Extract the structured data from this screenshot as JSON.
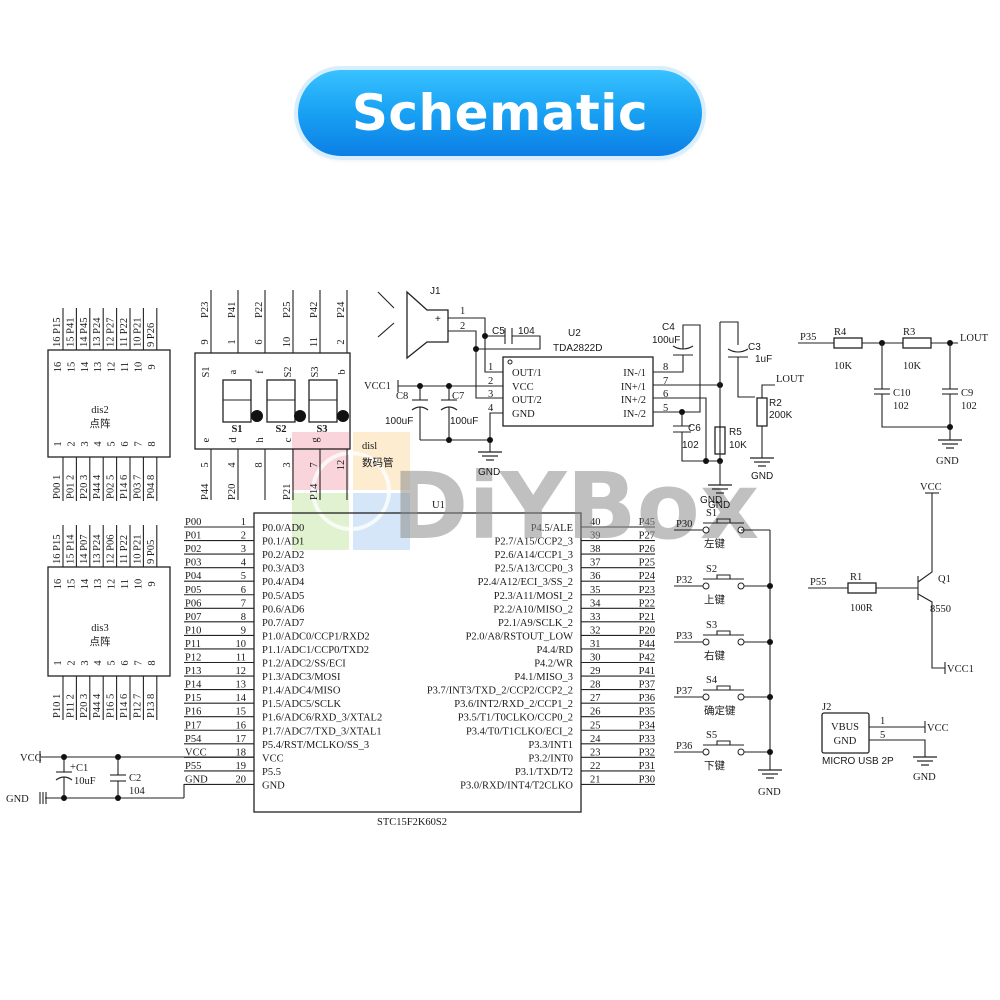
{
  "banner": {
    "title": "Schematic"
  },
  "watermark": {
    "brand": "DiYBox"
  },
  "u1": {
    "ref": "U1",
    "part": "STC15F2K60S2",
    "left_pins": [
      {
        "num": "1",
        "net": "P00",
        "func": "P0.0/AD0"
      },
      {
        "num": "2",
        "net": "P01",
        "func": "P0.1/AD1"
      },
      {
        "num": "3",
        "net": "P02",
        "func": "P0.2/AD2"
      },
      {
        "num": "4",
        "net": "P03",
        "func": "P0.3/AD3"
      },
      {
        "num": "5",
        "net": "P04",
        "func": "P0.4/AD4"
      },
      {
        "num": "6",
        "net": "P05",
        "func": "P0.5/AD5"
      },
      {
        "num": "7",
        "net": "P06",
        "func": "P0.6/AD6"
      },
      {
        "num": "8",
        "net": "P07",
        "func": "P0.7/AD7"
      },
      {
        "num": "9",
        "net": "P10",
        "func": "P1.0/ADC0/CCP1/RXD2"
      },
      {
        "num": "10",
        "net": "P11",
        "func": "P1.1/ADC1/CCP0/TXD2"
      },
      {
        "num": "11",
        "net": "P12",
        "func": "P1.2/ADC2/SS/ECI"
      },
      {
        "num": "12",
        "net": "P13",
        "func": "P1.3/ADC3/MOSI"
      },
      {
        "num": "13",
        "net": "P14",
        "func": "P1.4/ADC4/MISO"
      },
      {
        "num": "14",
        "net": "P15",
        "func": "P1.5/ADC5/SCLK"
      },
      {
        "num": "15",
        "net": "P16",
        "func": "P1.6/ADC6/RXD_3/XTAL2"
      },
      {
        "num": "16",
        "net": "P17",
        "func": "P1.7/ADC7/TXD_3/XTAL1"
      },
      {
        "num": "17",
        "net": "P54",
        "func": "P5.4/RST/MCLKO/SS_3"
      },
      {
        "num": "18",
        "net": "VCC",
        "func": "VCC"
      },
      {
        "num": "19",
        "net": "P55",
        "func": "P5.5"
      },
      {
        "num": "20",
        "net": "GND",
        "func": "GND"
      }
    ],
    "right_pins": [
      {
        "num": "40",
        "net": "P45",
        "func": "P4.5/ALE"
      },
      {
        "num": "39",
        "net": "P27",
        "func": "P2.7/A15/CCP2_3"
      },
      {
        "num": "38",
        "net": "P26",
        "func": "P2.6/A14/CCP1_3"
      },
      {
        "num": "37",
        "net": "P25",
        "func": "P2.5/A13/CCP0_3"
      },
      {
        "num": "36",
        "net": "P24",
        "func": "P2.4/A12/ECI_3/SS_2"
      },
      {
        "num": "35",
        "net": "P23",
        "func": "P2.3/A11/MOSI_2"
      },
      {
        "num": "34",
        "net": "P22",
        "func": "P2.2/A10/MISO_2"
      },
      {
        "num": "33",
        "net": "P21",
        "func": "P2.1/A9/SCLK_2"
      },
      {
        "num": "32",
        "net": "P20",
        "func": "P2.0/A8/RSTOUT_LOW"
      },
      {
        "num": "31",
        "net": "P44",
        "func": "P4.4/RD"
      },
      {
        "num": "30",
        "net": "P42",
        "func": "P4.2/WR"
      },
      {
        "num": "29",
        "net": "P41",
        "func": "P4.1/MISO_3"
      },
      {
        "num": "28",
        "net": "P37",
        "func": "P3.7/INT3/TXD_2/CCP2/CCP2_2"
      },
      {
        "num": "27",
        "net": "P36",
        "func": "P3.6/INT2/RXD_2/CCP1_2"
      },
      {
        "num": "26",
        "net": "P35",
        "func": "P3.5/T1/T0CLKO/CCP0_2"
      },
      {
        "num": "25",
        "net": "P34",
        "func": "P3.4/T0/T1CLKO/ECI_2"
      },
      {
        "num": "24",
        "net": "P33",
        "func": "P3.3/INT1"
      },
      {
        "num": "23",
        "net": "P32",
        "func": "P3.2/INT0"
      },
      {
        "num": "22",
        "net": "P31",
        "func": "P3.1/TXD/T2"
      },
      {
        "num": "21",
        "net": "P30",
        "func": "P3.0/RXD/INT4/T2CLKO"
      }
    ]
  },
  "dis2": {
    "ref": "dis2",
    "type": "点阵",
    "top_labels": [
      "16 P15",
      "15 P41",
      "14 P45",
      "13 P24",
      "12 P27",
      "11 P22",
      "10 P21",
      "9 P26"
    ],
    "top_inner": [
      "16",
      "15",
      "14",
      "13",
      "12",
      "11",
      "10",
      "9"
    ],
    "bottom_labels": [
      "P00 1",
      "P01 2",
      "P20 3",
      "P44 4",
      "P02 5",
      "P14 6",
      "P03 7",
      "P04 8"
    ],
    "bottom_inner": [
      "1",
      "2",
      "3",
      "4",
      "5",
      "6",
      "7",
      "8"
    ]
  },
  "dis3": {
    "ref": "dis3",
    "type": "点阵",
    "top_labels": [
      "16 P15",
      "15 P14",
      "14 P07",
      "13 P24",
      "12 P06",
      "11 P22",
      "10 P21",
      "9 P05"
    ],
    "top_inner": [
      "16",
      "15",
      "14",
      "13",
      "12",
      "11",
      "10",
      "9"
    ],
    "bottom_labels": [
      "P10 1",
      "P11 2",
      "P20 3",
      "P44 4",
      "P16 5",
      "P14 6",
      "P12 7",
      "P13 8"
    ],
    "bottom_inner": [
      "1",
      "2",
      "3",
      "4",
      "5",
      "6",
      "7",
      "8"
    ]
  },
  "dis1": {
    "ref": "disl",
    "type": "数码管",
    "top_nets": [
      "P23",
      "P41",
      "P22",
      "P25",
      "P42",
      "P24"
    ],
    "top_nums": [
      "9",
      "1",
      "6",
      "10",
      "11",
      "2"
    ],
    "top_inner": [
      "S1",
      "a",
      "f",
      "S2",
      "S3",
      "b"
    ],
    "bottom_inner": [
      "e",
      "d",
      "h",
      "c",
      "g"
    ],
    "bottom_nums": [
      "5",
      "4",
      "8",
      "3",
      "7",
      "12"
    ],
    "bottom_nets": [
      "P44",
      "P20",
      "",
      "P21",
      "P14",
      ""
    ],
    "digit_labels": [
      "S1",
      "S2",
      "S3"
    ]
  },
  "amp": {
    "j1": "J1",
    "j1_pins": [
      "1",
      "2"
    ],
    "plus": "+",
    "c5": "C5",
    "c5_val": "104",
    "u2": "U2",
    "u2_part": "TDA2822D",
    "left_pins": [
      {
        "num": "1",
        "func": "OUT/1"
      },
      {
        "num": "2",
        "func": "VCC"
      },
      {
        "num": "3",
        "func": "OUT/2"
      },
      {
        "num": "4",
        "func": "GND"
      }
    ],
    "right_pins": [
      {
        "num": "8",
        "func": "IN-/1"
      },
      {
        "num": "7",
        "func": "IN+/1"
      },
      {
        "num": "6",
        "func": "IN+/2"
      },
      {
        "num": "5",
        "func": "IN-/2"
      }
    ],
    "vcc1": "VCC1",
    "c8": "C8",
    "c8_val": "100uF",
    "c7": "C7",
    "c7_val": "100uF",
    "gnd": "GND",
    "c4": "C4",
    "c4_val": "100uF",
    "c3": "C3",
    "c3_val": "1uF",
    "c6": "C6",
    "c6_val": "102",
    "r5": "R5",
    "r5_val": "10K",
    "r2": "R2",
    "r2_val": "200K",
    "lout": "LOUT",
    "gnd2": "GND",
    "gnd3": "GND"
  },
  "filter": {
    "p35": "P35",
    "r4": "R4",
    "r4_val": "10K",
    "r3": "R3",
    "r3_val": "10K",
    "lout": "LOUT",
    "c10": "C10",
    "c10_val": "102",
    "c9": "C9",
    "c9_val": "102",
    "gnd": "GND"
  },
  "driver": {
    "vcc": "VCC",
    "p55": "P55",
    "r1": "R1",
    "r1_val": "100R",
    "q1": "Q1",
    "q1_val": "8550",
    "vcc1": "VCC1"
  },
  "keys": {
    "gnd_top": "GND",
    "gnd": "GND",
    "switches": [
      {
        "ref": "S1",
        "net": "P30",
        "label": "左键"
      },
      {
        "ref": "S2",
        "net": "P32",
        "label": "上键"
      },
      {
        "ref": "S3",
        "net": "P33",
        "label": "右键"
      },
      {
        "ref": "S4",
        "net": "P37",
        "label": "确定键"
      },
      {
        "ref": "S5",
        "net": "P36",
        "label": "下键"
      }
    ]
  },
  "usb": {
    "ref": "J2",
    "vbus": "VBUS",
    "gnd": "GND",
    "pin1": "1",
    "pin5": "5",
    "part": "MICRO USB 2P",
    "vcc": "VCC",
    "gnd_net": "GND"
  },
  "power": {
    "vcc": "VCC",
    "gnd": "GND",
    "c1": "C1",
    "c1_val": "10uF",
    "c2": "C2",
    "c2_val": "104",
    "plus": "+"
  }
}
